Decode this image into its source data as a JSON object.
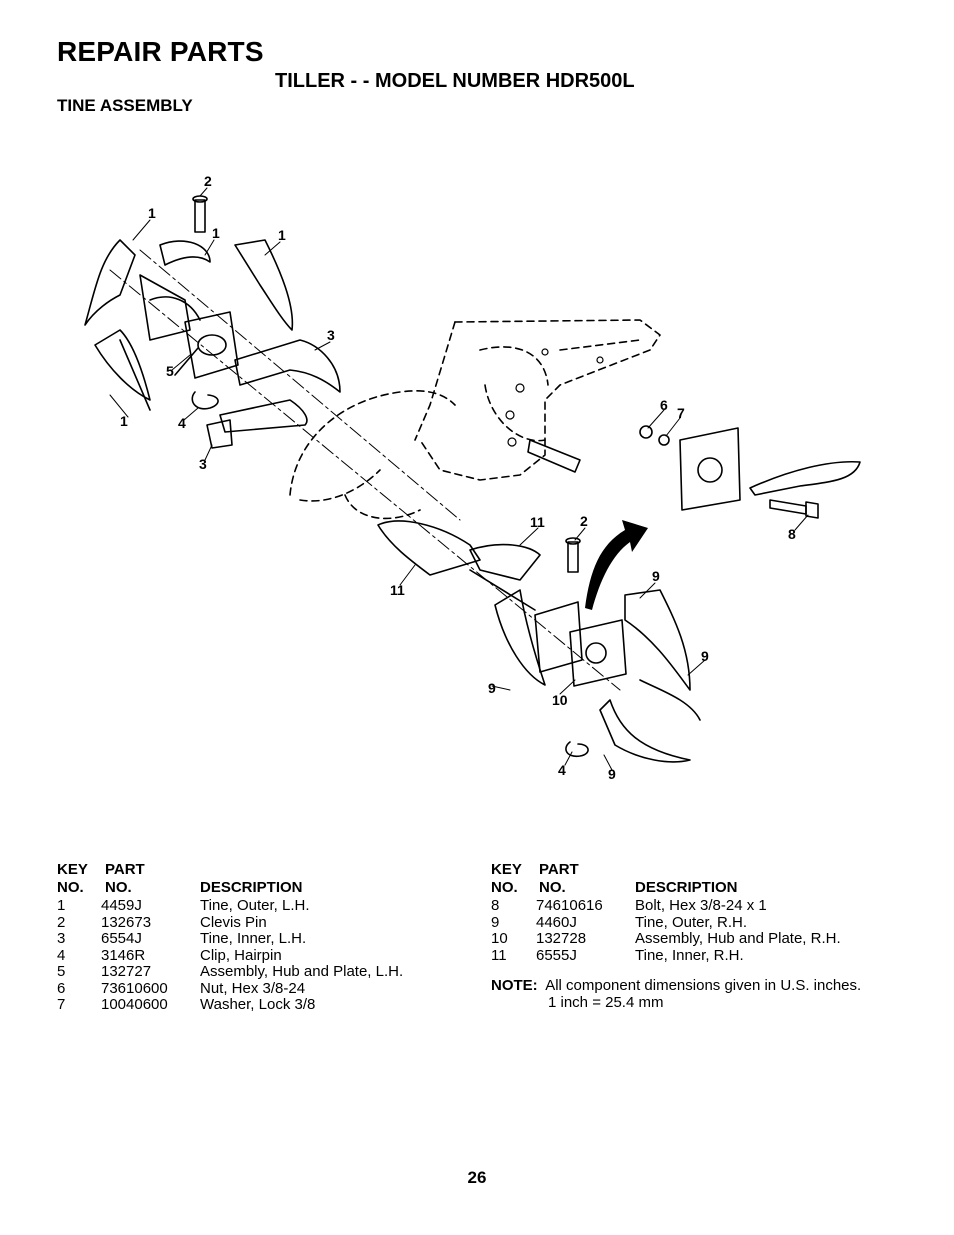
{
  "header": {
    "title": "REPAIR PARTS",
    "subtitle": "TILLER - - MODEL NUMBER HDR500L",
    "section": "TINE ASSEMBLY"
  },
  "diagram": {
    "callouts": [
      "2",
      "1",
      "1",
      "1",
      "3",
      "5",
      "4",
      "1",
      "3",
      "6",
      "7",
      "8",
      "11",
      "2",
      "11",
      "9",
      "9",
      "9",
      "10",
      "4",
      "9"
    ]
  },
  "parts_table": {
    "headers": {
      "key_line1": "KEY",
      "key_line2": "NO.",
      "part_line1": "PART",
      "part_line2": "NO.",
      "description": "DESCRIPTION"
    },
    "left": [
      {
        "key": "1",
        "part": "4459J",
        "desc": "Tine, Outer, L.H."
      },
      {
        "key": "2",
        "part": "132673",
        "desc": "Clevis Pin"
      },
      {
        "key": "3",
        "part": "6554J",
        "desc": "Tine, Inner, L.H."
      },
      {
        "key": "4",
        "part": "3146R",
        "desc": "Clip, Hairpin"
      },
      {
        "key": "5",
        "part": "132727",
        "desc": "Assembly, Hub and Plate, L.H."
      },
      {
        "key": "6",
        "part": "73610600",
        "desc": "Nut, Hex  3/8-24"
      },
      {
        "key": "7",
        "part": "10040600",
        "desc": "Washer, Lock 3/8"
      }
    ],
    "right": [
      {
        "key": "8",
        "part": "74610616",
        "desc": "Bolt, Hex  3/8-24 x 1"
      },
      {
        "key": "9",
        "part": "4460J",
        "desc": "Tine, Outer, R.H."
      },
      {
        "key": "10",
        "part": "132728",
        "desc": "Assembly, Hub and Plate, R.H."
      },
      {
        "key": "11",
        "part": "6555J",
        "desc": "Tine, Inner, R.H."
      }
    ]
  },
  "note": {
    "label": "NOTE:",
    "line1": "All component dimensions given in U.S. inches.",
    "line2": "1 inch = 25.4 mm"
  },
  "page_number": "26"
}
